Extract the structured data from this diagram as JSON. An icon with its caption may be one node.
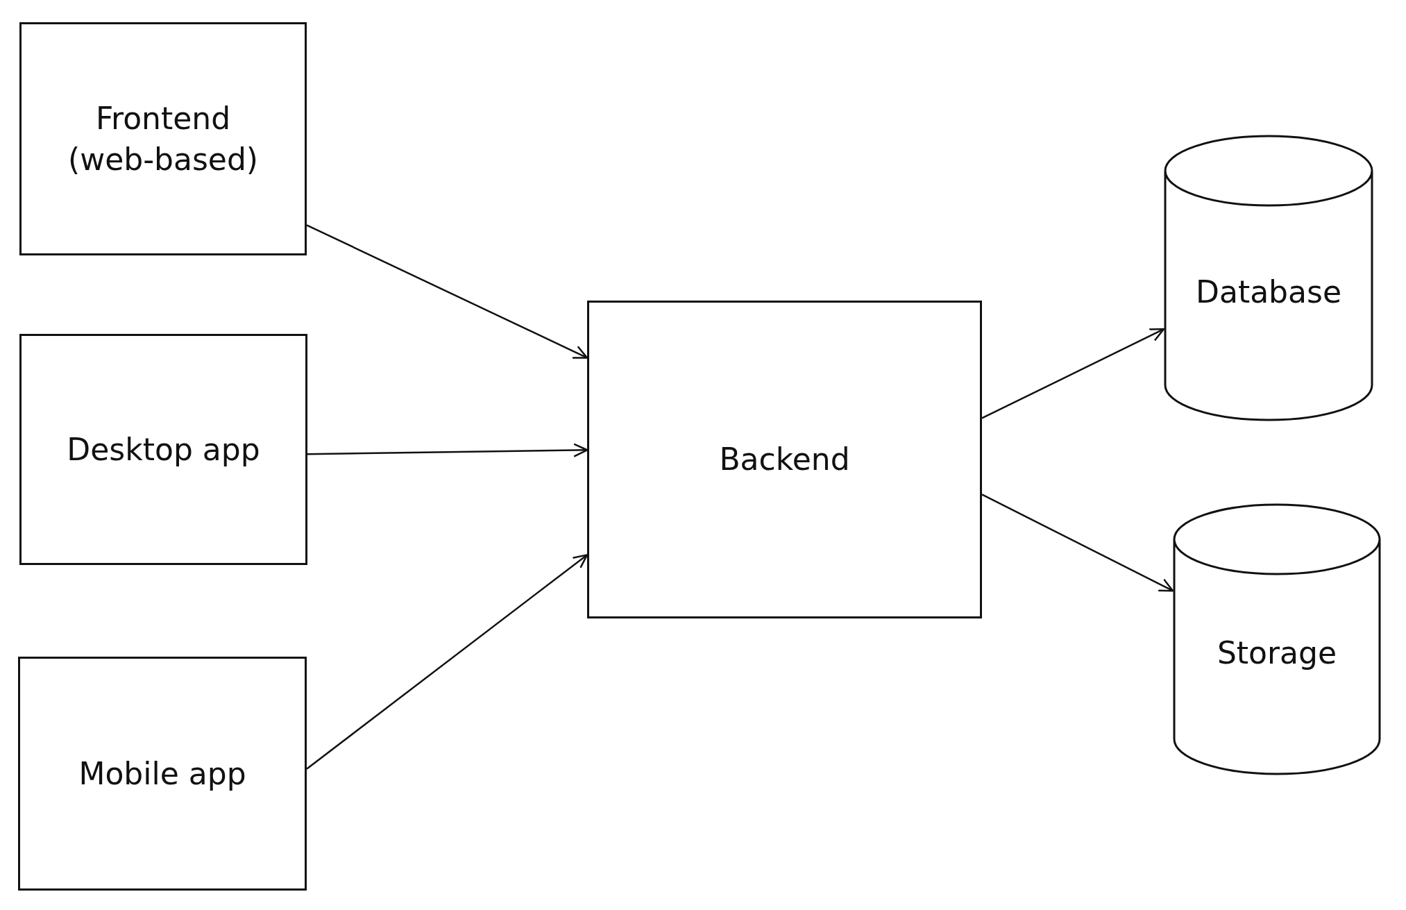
{
  "diagram": {
    "nodes": [
      {
        "text": [
          "Frontend (web-based)"
        ]
      },
      {
        "text": [
          "Desktop app"
        ]
      },
      {
        "text": [
          "Mobile app"
        ]
      },
      {
        "text": [
          "Backend"
        ]
      },
      {
        "text": [
          "Database"
        ]
      },
      {
        "text": [
          "Storage"
        ]
      }
    ],
    "edges": [
      {
        "from": 0,
        "to": 3,
        "arrow": "to"
      },
      {
        "from": 1,
        "to": 3,
        "arrow": "to"
      },
      {
        "from": 2,
        "to": 3,
        "arrow": "to"
      },
      {
        "from": 3,
        "to": 4,
        "arrow": "to"
      },
      {
        "from": 3,
        "to": 5,
        "arrow": "to"
      }
    ]
  }
}
